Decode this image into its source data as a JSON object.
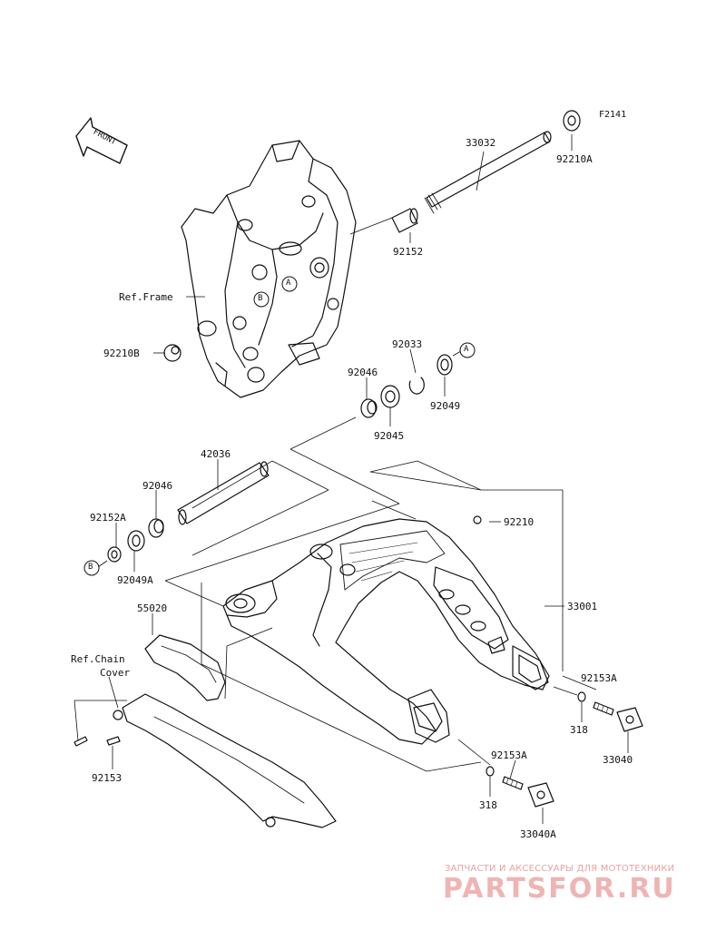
{
  "figure_id": "F2141",
  "front_arrow": "FRONT",
  "labels": {
    "p33032": "33032",
    "p92210A": "92210A",
    "p92152": "92152",
    "ref_frame": "Ref.Frame",
    "p92210B": "92210B",
    "p92033": "92033",
    "p92046_top": "92046",
    "p92049": "92049",
    "p92045": "92045",
    "p42036": "42036",
    "p92046": "92046",
    "p92152A": "92152A",
    "p92049A": "92049A",
    "p92210": "92210",
    "p33001": "33001",
    "p55020": "55020",
    "ref_chain_1": "Ref.Chain",
    "ref_chain_2": "Cover",
    "p92153": "92153",
    "p92153A_right": "92153A",
    "p318_right": "318",
    "p33040": "33040",
    "p92153A_bottom": "92153A",
    "p318_bottom": "318",
    "p33040A": "33040A"
  },
  "callouts": {
    "a": "A",
    "b": "B"
  },
  "watermark": {
    "tagline": "ЗАПЧАСТИ И АКСЕССУАРЫ ДЛЯ МОТОТЕХНИКИ",
    "logo": "PARTSFOR.RU"
  },
  "colors": {
    "line": "#111111",
    "watermark": "#e9a2a2"
  }
}
